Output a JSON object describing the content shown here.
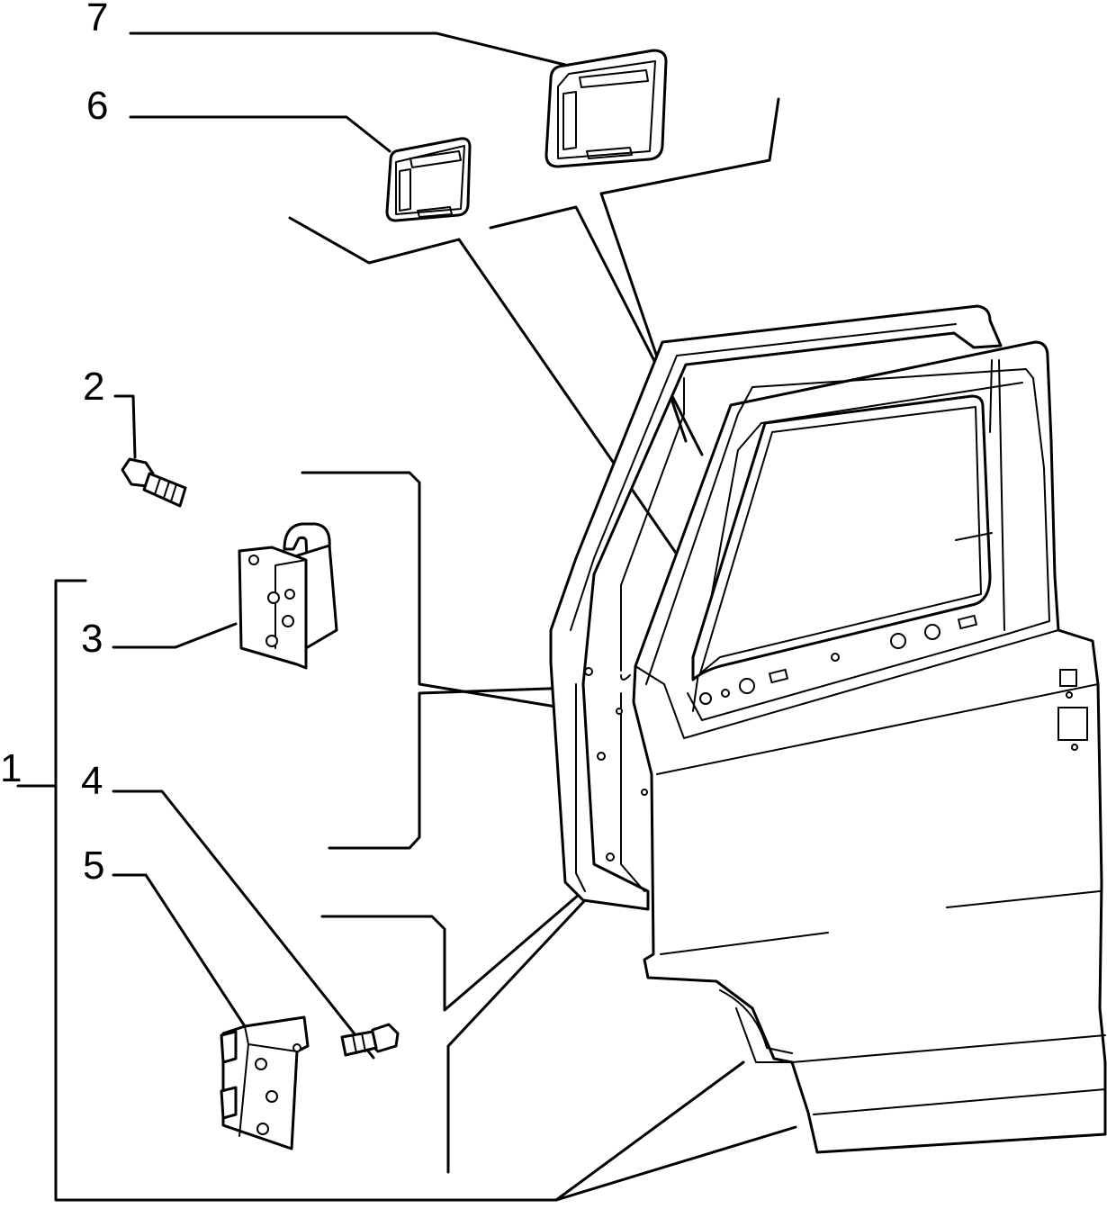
{
  "callouts": [
    {
      "id": "1",
      "text": "1"
    },
    {
      "id": "2",
      "text": "2"
    },
    {
      "id": "3",
      "text": "3"
    },
    {
      "id": "4",
      "text": "4"
    },
    {
      "id": "5",
      "text": "5"
    },
    {
      "id": "6",
      "text": "6"
    },
    {
      "id": "7",
      "text": "7"
    }
  ],
  "parts": [
    {
      "callout": "1",
      "icon": "door-shell-icon"
    },
    {
      "callout": "2",
      "icon": "hinge-bolt-icon"
    },
    {
      "callout": "3",
      "icon": "upper-hinge-icon"
    },
    {
      "callout": "4",
      "icon": "hinge-bolt-icon"
    },
    {
      "callout": "5",
      "icon": "lower-hinge-icon"
    },
    {
      "callout": "6",
      "icon": "plug-small-icon"
    },
    {
      "callout": "7",
      "icon": "plug-large-icon"
    }
  ]
}
